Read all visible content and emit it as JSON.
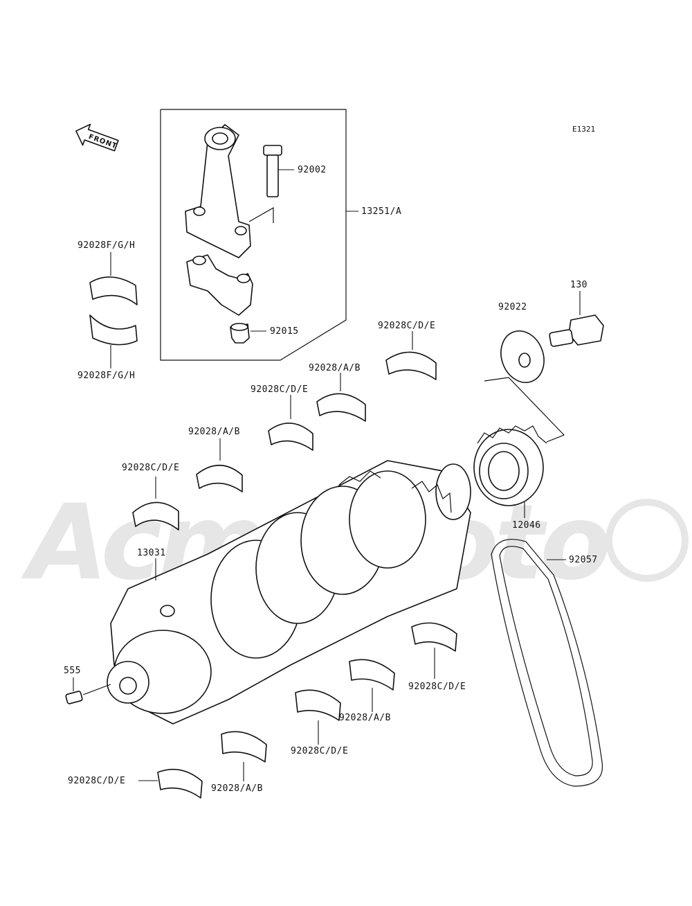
{
  "diagram": {
    "code": "E1321",
    "front_label": "FRONT",
    "watermark": "AcmeMoto",
    "colors": {
      "line": "#111111",
      "watermark": "#e6e6e6",
      "background": "#ffffff"
    },
    "labels": {
      "p92002": "92002",
      "p13251A": "13251/A",
      "p92015": "92015",
      "p92028FGH_top": "92028F/G/H",
      "p92028FGH_bot": "92028F/G/H",
      "p92028CDE_1": "92028C/D/E",
      "p92028AB_1": "92028/A/B",
      "p92028CDE_2": "92028C/D/E",
      "p92028AB_2": "92028/A/B",
      "p92028CDE_3": "92028C/D/E",
      "p92022": "92022",
      "p130": "130",
      "p12046": "12046",
      "p92057": "92057",
      "p13031": "13031",
      "p555": "555",
      "p92028CDE_4": "92028C/D/E",
      "p92028AB_3": "92028/A/B",
      "p92028CDE_5": "92028C/D/E",
      "p92028AB_4": "92028/A/B",
      "p92028CDE_6": "92028C/D/E"
    }
  }
}
